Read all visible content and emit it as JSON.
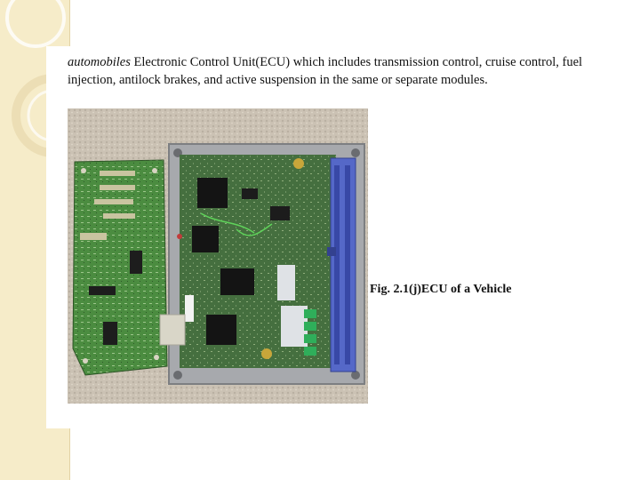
{
  "slide": {
    "caption_lead": "automobiles",
    "caption_body": " Electronic Control Unit(ECU)  which includes transmission control, cruise control, fuel injection, antilock brakes, and active suspension in the same or separate modules.",
    "figure_label": "Fig. 2.1(j)ECU of a Vehicle"
  },
  "colors": {
    "side_band": "#f6ecc9",
    "pcb_green": "#3f6b3a",
    "aux_board": "#4a8a3e",
    "connector_blue": "#5568c8",
    "housing_gray": "#a7a9ad"
  },
  "icons": {
    "photo": "ecu-circuit-board-photo"
  }
}
